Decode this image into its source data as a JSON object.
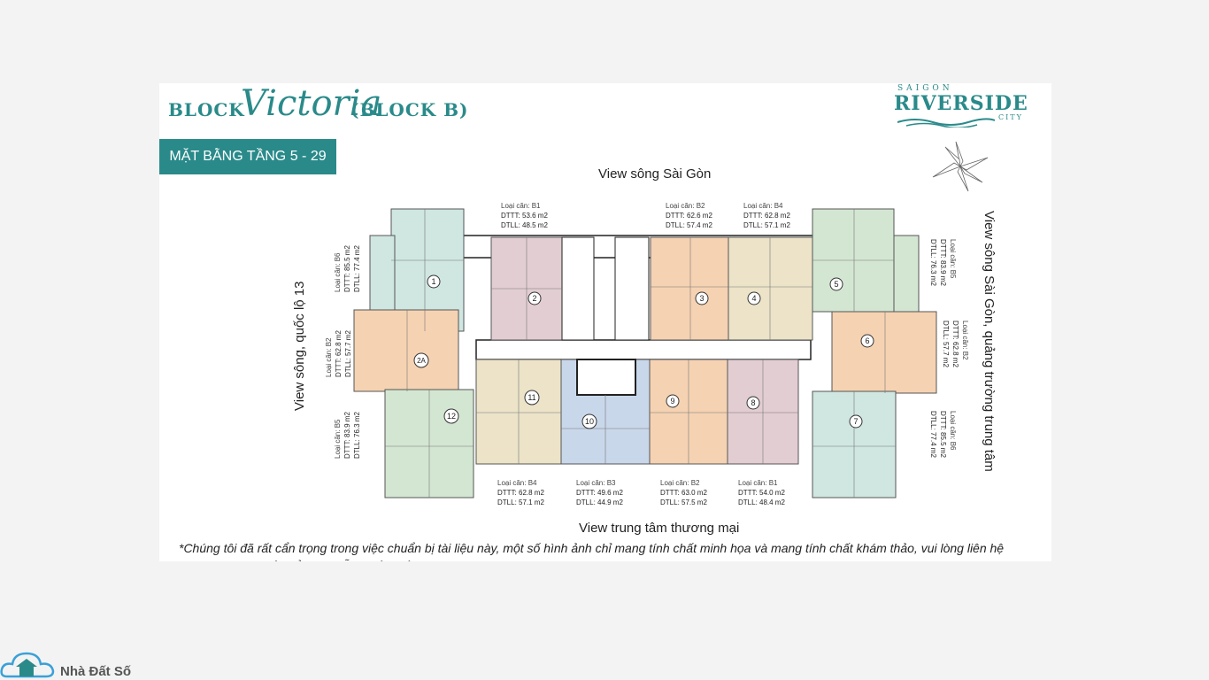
{
  "header": {
    "block_word": "BLOCK",
    "block_name": "Victoria",
    "block_code": "(BLOCK B)",
    "floor_plan_title": "MẶT BẰNG TẦNG 5 - 29"
  },
  "logo": {
    "line1": "SAIGON",
    "line2": "RIVERSIDE",
    "line3": "CITY"
  },
  "views": {
    "top": "View sông Sài Gòn",
    "bottom": "View trung tâm thương mại",
    "left": "View sông, quốc lộ 13",
    "right": "View sông Sài Gòn, quảng trường trung tâm"
  },
  "unit_labels": [
    "1",
    "2",
    "2A",
    "3",
    "4",
    "5",
    "6",
    "7",
    "8",
    "9",
    "10",
    "11",
    "12"
  ],
  "unit_info": {
    "top_u2": {
      "type": "Loại căn: B1",
      "dttt": "DTTT: 53.6 m2",
      "dtll": "DTLL: 48.5 m2"
    },
    "top_u3": {
      "type": "Loại căn: B2",
      "dttt": "DTTT: 62.6 m2",
      "dtll": "DTLL: 57.4 m2"
    },
    "top_u4": {
      "type": "Loại căn: B4",
      "dttt": "DTTT: 62.8 m2",
      "dtll": "DTLL: 57.1 m2"
    },
    "bot_u11": {
      "type": "Loại căn: B4",
      "dttt": "DTTT: 62.8 m2",
      "dtll": "DTLL: 57.1 m2"
    },
    "bot_u10": {
      "type": "Loại căn: B3",
      "dttt": "DTTT: 49.6 m2",
      "dtll": "DTLL: 44.9 m2"
    },
    "bot_u9": {
      "type": "Loại căn: B2",
      "dttt": "DTTT: 63.0 m2",
      "dtll": "DTLL: 57.5 m2"
    },
    "bot_u8": {
      "type": "Loại căn: B1",
      "dttt": "DTTT: 54.0 m2",
      "dtll": "DTLL: 48.4 m2"
    },
    "left_u1": {
      "type": "Loại căn: B6",
      "dttt": "DTTT: 85.5 m2",
      "dtll": "DTLL: 77.4 m2"
    },
    "left_u2a": {
      "type": "Loại căn: B2",
      "dttt": "DTTT: 62.8 m2",
      "dtll": "DTLL: 57.7 m2"
    },
    "left_u12": {
      "type": "Loại căn: B5",
      "dttt": "DTTT: 83.9 m2",
      "dtll": "DTLL: 76.3 m2"
    },
    "right_u5": {
      "type": "Loại căn: B5",
      "dttt": "DTTT: 83.9 m2",
      "dtll": "DTLL: 76.3 m2"
    },
    "right_u6": {
      "type": "Loại căn: B2",
      "dttt": "DTTT: 62.8 m2",
      "dtll": "DTLL: 57.7 m2"
    },
    "right_u7": {
      "type": "Loại căn: B6",
      "dttt": "DTTT: 85.5 m2",
      "dtll": "DTLL: 77.4 m2"
    }
  },
  "disclaimer": "*Chúng tôi đã rất cẩn trọng trong việc chuẩn bị tài liệu này, một số hình ảnh chỉ mang tính chất minh họa và mang tính chất khám thảo, vui lòng liên hệ chuyên viên tư vấn để được hỗ trợ tốt nhất.",
  "brand": "Nhà Đất Số",
  "colors": {
    "teal": "#2a8a8a",
    "unit_blue_green": "#cfe6e1",
    "unit_mauve": "#e2cdd2",
    "unit_peach": "#f5d2b2",
    "unit_beige": "#ece3c8",
    "unit_green": "#d3e6d2",
    "unit_blue": "#c9d7ea"
  }
}
